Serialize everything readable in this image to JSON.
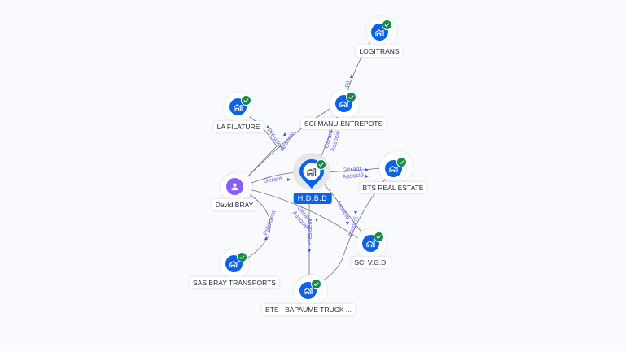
{
  "graph": {
    "center": {
      "id": "hdbd",
      "label": "H.D.B.D",
      "icon": "building-icon",
      "verified": true
    },
    "nodes": [
      {
        "id": "logitrans",
        "label": "LOGITRANS",
        "type": "company",
        "icon": "building-icon",
        "verified": true
      },
      {
        "id": "sci-manu",
        "label": "SCI MANU-ENTREPOTS",
        "type": "company",
        "icon": "building-icon",
        "verified": true
      },
      {
        "id": "la-filature",
        "label": "LA FILATURE",
        "type": "company",
        "icon": "building-icon",
        "verified": true
      },
      {
        "id": "david-bray",
        "label": "David BRAY",
        "type": "person",
        "icon": "person-icon",
        "verified": false
      },
      {
        "id": "bts-real",
        "label": "BTS REAL ESTATE",
        "type": "company",
        "icon": "building-icon",
        "verified": true
      },
      {
        "id": "sci-vgd",
        "label": "SCI V.G.D.",
        "type": "company",
        "icon": "building-icon",
        "verified": true
      },
      {
        "id": "sas-bray",
        "label": "SAS BRAY TRANSPORTS",
        "type": "company",
        "icon": "building-icon",
        "verified": true
      },
      {
        "id": "bts-bapaume",
        "label": "BTS - BAPAUME TRUCK ...",
        "type": "company",
        "icon": "building-icon",
        "verified": true
      }
    ],
    "edges": [
      {
        "from": "sci-manu",
        "to": "logitrans",
        "labels": [
          "Fil"
        ]
      },
      {
        "from": "hdbd",
        "to": "sci-manu",
        "labels": [
          "Gérant",
          "Associé"
        ]
      },
      {
        "from": "david-bray",
        "to": "la-filature",
        "labels": [
          "Président"
        ]
      },
      {
        "from": "david-bray",
        "to": "sci-manu",
        "labels": [
          "Associé"
        ]
      },
      {
        "from": "david-bray",
        "to": "hdbd",
        "labels": [
          "Gérant"
        ]
      },
      {
        "from": "hdbd",
        "to": "bts-real",
        "labels": [
          "Gérant",
          "Associé"
        ]
      },
      {
        "from": "hdbd",
        "to": "sci-vgd",
        "labels": [
          "Associé"
        ]
      },
      {
        "from": "david-bray",
        "to": "sci-vgd",
        "labels": [
          "Gérant",
          "Associé"
        ]
      },
      {
        "from": "david-bray",
        "to": "sas-bray",
        "labels": [
          "Président"
        ]
      },
      {
        "from": "hdbd",
        "to": "bts-bapaume",
        "labels": [
          "Président"
        ]
      },
      {
        "from": "bts-real",
        "to": "bts-bapaume",
        "labels": [
          "Associé"
        ]
      }
    ]
  },
  "colors": {
    "company": "#0b62e6",
    "person": "#8b5cf6",
    "verified": "#17894a",
    "edge_label": "#6d5fe0",
    "background": "#f8fafd"
  }
}
